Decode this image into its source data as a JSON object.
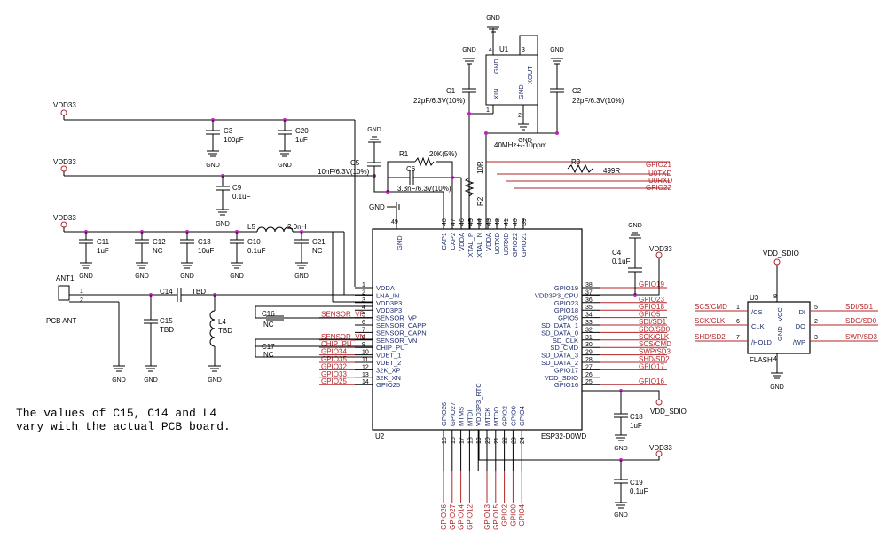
{
  "note_lines": [
    "The values of C15, C14 and L4",
    "vary with the actual PCB board."
  ],
  "u2": {
    "ref": "U2",
    "part": "ESP32-D0WD",
    "left_pins": [
      {
        "num": "1",
        "name": "VDDA"
      },
      {
        "num": "2",
        "name": "LNA_IN"
      },
      {
        "num": "3",
        "name": "VDD3P3"
      },
      {
        "num": "4",
        "name": "VDD3P3"
      },
      {
        "num": "5",
        "name": "SENSOR_VP"
      },
      {
        "num": "6",
        "name": "SENSOR_CAPP"
      },
      {
        "num": "7",
        "name": "SENSOR_CAPN"
      },
      {
        "num": "8",
        "name": "SENSOR_VN"
      },
      {
        "num": "9",
        "name": "CHIP_PU"
      },
      {
        "num": "10",
        "name": "VDET_1"
      },
      {
        "num": "11",
        "name": "VDET_2"
      },
      {
        "num": "12",
        "name": "32K_XP"
      },
      {
        "num": "13",
        "name": "32K_XN"
      },
      {
        "num": "14",
        "name": "GPIO25"
      }
    ],
    "right_pins": [
      {
        "num": "38",
        "name": "GPIO19"
      },
      {
        "num": "37",
        "name": "VDD3P3_CPU"
      },
      {
        "num": "36",
        "name": "GPIO23"
      },
      {
        "num": "35",
        "name": "GPIO18"
      },
      {
        "num": "34",
        "name": "GPIO5"
      },
      {
        "num": "33",
        "name": "SD_DATA_1"
      },
      {
        "num": "32",
        "name": "SD_DATA_0"
      },
      {
        "num": "31",
        "name": "SD_CLK"
      },
      {
        "num": "30",
        "name": "SD_CMD"
      },
      {
        "num": "29",
        "name": "SD_DATA_3"
      },
      {
        "num": "28",
        "name": "SD_DATA_2"
      },
      {
        "num": "27",
        "name": "GPIO17"
      },
      {
        "num": "26",
        "name": "VDD_SDIO"
      },
      {
        "num": "25",
        "name": "GPIO16"
      }
    ],
    "top_pins": [
      {
        "num": "48",
        "name": "CAP1"
      },
      {
        "num": "47",
        "name": "CAP2"
      },
      {
        "num": "46",
        "name": "VDDA"
      },
      {
        "num": "45",
        "name": "XTAL_P"
      },
      {
        "num": "44",
        "name": "XTAL_N"
      },
      {
        "num": "43",
        "name": "VDDA"
      },
      {
        "num": "42",
        "name": "U0TXD"
      },
      {
        "num": "41",
        "name": "U0RXD"
      },
      {
        "num": "40",
        "name": "GPIO22"
      },
      {
        "num": "39",
        "name": "GPIO21"
      }
    ],
    "bottom_pins": [
      {
        "num": "15",
        "name": "GPIO26"
      },
      {
        "num": "16",
        "name": "GPIO27"
      },
      {
        "num": "17",
        "name": "MTMS"
      },
      {
        "num": "18",
        "name": "MTDI"
      },
      {
        "num": "19",
        "name": "VDD3P3_RTC"
      },
      {
        "num": "20",
        "name": "MTCK"
      },
      {
        "num": "21",
        "name": "MTDO"
      },
      {
        "num": "22",
        "name": "GPIO2"
      },
      {
        "num": "23",
        "name": "GPIO0"
      },
      {
        "num": "24",
        "name": "GPIO4"
      }
    ],
    "gnd_pin": "49",
    "gnd_pin_name": "GND"
  },
  "left_nets": [
    "SENSOR_VP",
    "SENSOR_VN",
    "CHIP_PU",
    "GPIO34",
    "GPIO35",
    "GPIO32",
    "GPIO33",
    "GPIO25"
  ],
  "right_nets": [
    "GPIO19",
    "GPIO23",
    "GPIO18",
    "GPIO5",
    "SDI/SD1",
    "SDO/SD0",
    "SCK/CLK",
    "SCS/CMD",
    "SWP/SD3",
    "SHD/SD2",
    "GPIO17",
    "GPIO16"
  ],
  "top_nets": [
    "GPIO21",
    "U0TXD",
    "U0RXD",
    "GPIO22"
  ],
  "bottom_nets": [
    "GPIO26",
    "GPIO27",
    "GPIO14",
    "GPIO12",
    "GPIO13",
    "GPIO15",
    "GPIO2",
    "GPIO0",
    "GPIO4"
  ],
  "u1": {
    "ref": "U1",
    "pin_gnd_top": "GND",
    "pin_xin": "XIN",
    "pin_gnd": "GND",
    "pin_xout": "XOUT",
    "n1": "1",
    "n2": "2",
    "n3": "3",
    "n4": "4",
    "freq": "40MHz+/-10ppm"
  },
  "u3": {
    "ref": "U3",
    "part": "FLASH",
    "cs": "/CS",
    "clk": "CLK",
    "hold": "/HOLD",
    "vcc": "VCC",
    "gnd": "GND",
    "di": "DI",
    "do": "DO",
    "wp": "/WP",
    "p1": "1",
    "p6": "6",
    "p7": "7",
    "p8": "8",
    "p4": "4",
    "p5": "5",
    "p2": "2",
    "p3": "3",
    "net_cs": "SCS/CMD",
    "net_clk": "SCK/CLK",
    "net_hold": "SHD/SD2",
    "net_di": "SDI/SD1",
    "net_do": "SDO/SD0",
    "net_wp": "SWP/SD3",
    "vdd": "VDD_SDIO"
  },
  "power": {
    "vdd33": "VDD33",
    "gnd": "GND",
    "vdd_sdio": "VDD_SDIO",
    "gnd_short": "GND"
  },
  "components": {
    "c1": "C1",
    "c1v": "22pF/6.3V(10%)",
    "c2": "C2",
    "c2v": "22pF/6.3V(10%)",
    "c3": "C3",
    "c3v": "100pF",
    "c20": "C20",
    "c20v": "1uF",
    "c9": "C9",
    "c9v": "0.1uF",
    "c5": "C5",
    "c5v": "10nF/6.3V(10%)",
    "r1": "R1",
    "r1v": "20K(5%)",
    "c6": "C6",
    "c6v": "3.3nF/6.3V(10%)",
    "r2": "R2",
    "r2v": "10R",
    "r3": "R3",
    "r3v": "499R",
    "c11": "C11",
    "c11v": "1uF",
    "c12": "C12",
    "c12v": "NC",
    "c13": "C13",
    "c13v": "10uF",
    "c10": "C10",
    "c10v": "0.1uF",
    "c21": "C21",
    "c21v": "NC",
    "l5": "L5",
    "l5v": "2.0nH",
    "ant": "ANT1",
    "antv": "PCB ANT",
    "ant1": "1",
    "ant2": "2",
    "c14": "C14",
    "c14v": "TBD",
    "c15": "C15",
    "c15v": "TBD",
    "l4": "L4",
    "l4v": "TBD",
    "c16": "C16",
    "c16v": "NC",
    "c17": "C17",
    "c17v": "NC",
    "c4": "C4",
    "c4v": "0.1uF",
    "c18": "C18",
    "c18v": "1uF",
    "c19": "C19",
    "c19v": "0.1uF"
  }
}
